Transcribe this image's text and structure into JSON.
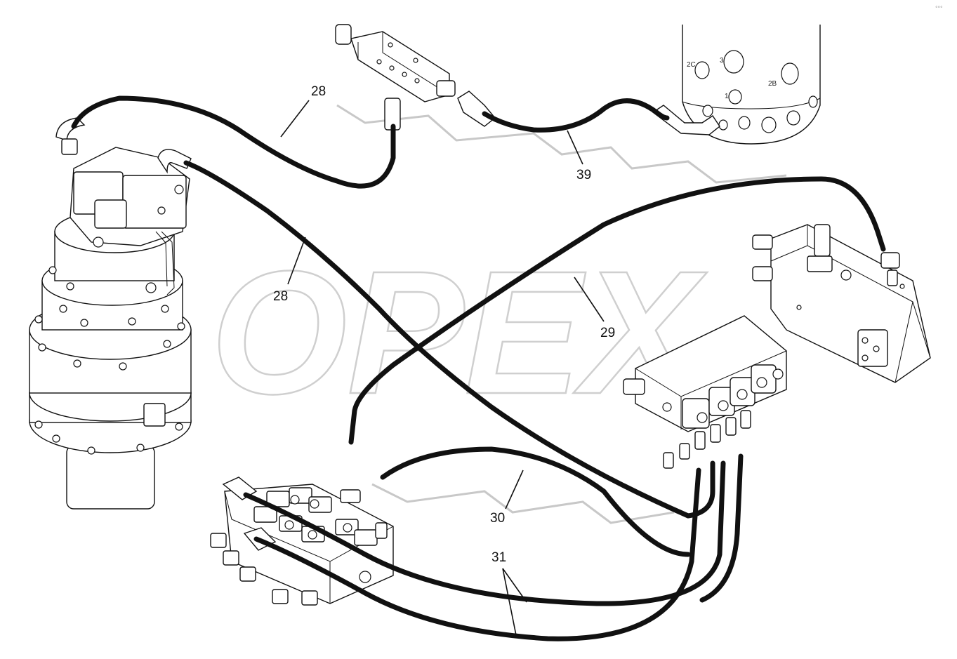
{
  "diagram": {
    "watermark_text": "OPEX",
    "callouts": [
      {
        "id": "c28a",
        "label": "28"
      },
      {
        "id": "c28b",
        "label": "28"
      },
      {
        "id": "c29",
        "label": "29"
      },
      {
        "id": "c30",
        "label": "30"
      },
      {
        "id": "c31",
        "label": "31"
      },
      {
        "id": "c39",
        "label": "39"
      }
    ],
    "port_labels": [
      "2C",
      "3",
      "2B",
      "1"
    ],
    "corner_mark": "°°°"
  }
}
